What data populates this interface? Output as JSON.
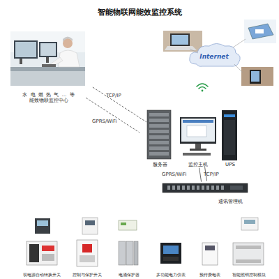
{
  "diagram": {
    "title": "智能物联网能效监控系统",
    "nodes": [
      {
        "text": [
          "水 电 燃 热 气 … 等",
          "能效物联监控中心"
        ]
      },
      {
        "text": [
          "Internet"
        ]
      },
      {
        "text": [
          "服务器"
        ]
      },
      {
        "text": [
          "监控主机"
        ]
      },
      {
        "text": [
          "UPS"
        ]
      },
      {
        "text": [
          "通讯管理机"
        ]
      },
      {
        "text": [
          "双电源自动转换开关"
        ]
      },
      {
        "text": [
          "控制与保护开关"
        ]
      },
      {
        "text": [
          "电涌保护器"
        ]
      },
      {
        "text": [
          "多功能电力仪表"
        ]
      },
      {
        "text": [
          "预付费电表"
        ]
      },
      {
        "text": [
          "智能照明控制模块"
        ]
      }
    ],
    "edges": [
      {
        "from": 0,
        "to": 2,
        "label": "TCP/IP",
        "arrow": "none"
      },
      {
        "from": 0,
        "to": 2,
        "label": "GPRS/WiFi",
        "arrow": "none"
      },
      {
        "from": 3,
        "to": 5,
        "label": "GPRS/WiFi",
        "arrow": "none"
      },
      {
        "from": 3,
        "to": 5,
        "label": "TCP/IP",
        "arrow": "none"
      }
    ]
  }
}
